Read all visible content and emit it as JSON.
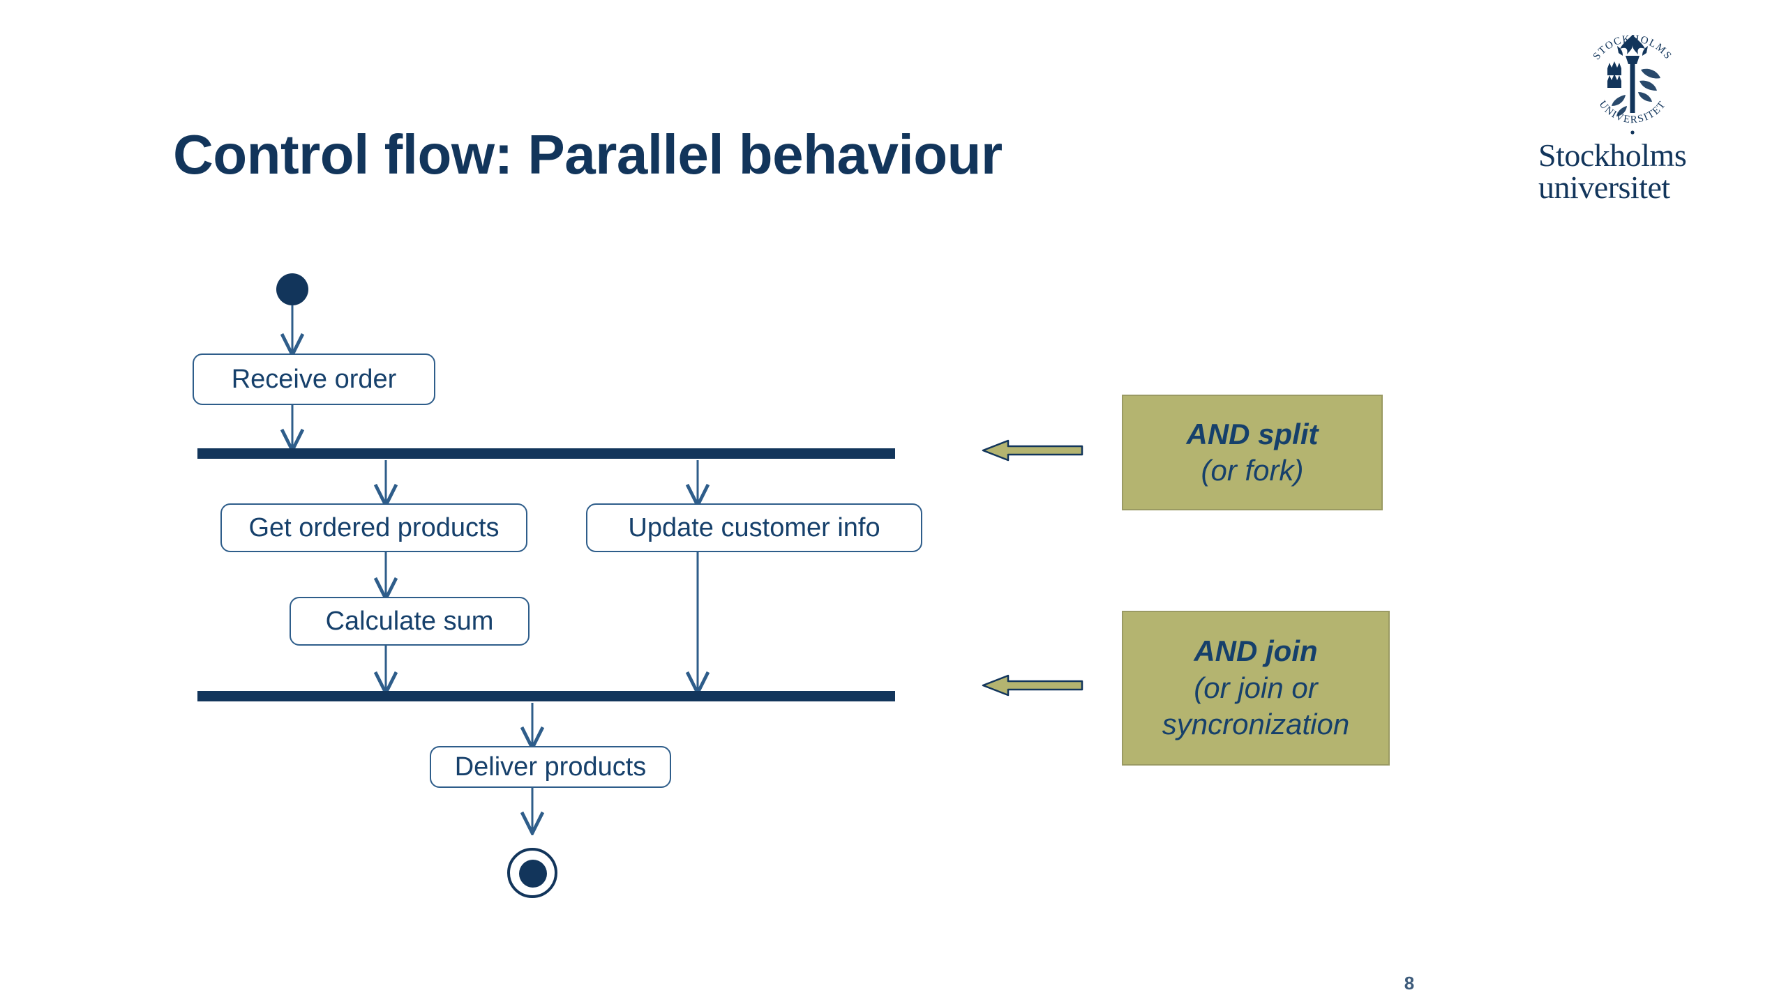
{
  "slide": {
    "title": "Control flow: Parallel behaviour",
    "page_number": "8",
    "background_color": "#ffffff",
    "title_color": "#12355b"
  },
  "logo": {
    "seal_ring_text_top": "STOCKHOLMS",
    "seal_ring_text_bottom": "UNIVERSITET",
    "wordmark_line1": "Stockholms",
    "wordmark_line2": "universitet",
    "color": "#12355b"
  },
  "diagram": {
    "type": "uml-activity-diagram",
    "accent_color": "#12355b",
    "node_border_color": "#2e5d8a",
    "nodes": [
      {
        "id": "initial",
        "kind": "initial-node",
        "label": ""
      },
      {
        "id": "receive",
        "kind": "action",
        "label": "Receive order"
      },
      {
        "id": "fork",
        "kind": "fork-bar",
        "label": ""
      },
      {
        "id": "getprod",
        "kind": "action",
        "label": "Get ordered products"
      },
      {
        "id": "update",
        "kind": "action",
        "label": "Update customer info"
      },
      {
        "id": "calcsum",
        "kind": "action",
        "label": "Calculate sum"
      },
      {
        "id": "join",
        "kind": "join-bar",
        "label": ""
      },
      {
        "id": "deliver",
        "kind": "action",
        "label": "Deliver products"
      },
      {
        "id": "final",
        "kind": "final-node",
        "label": ""
      }
    ],
    "edges": [
      {
        "from": "initial",
        "to": "receive"
      },
      {
        "from": "receive",
        "to": "fork"
      },
      {
        "from": "fork",
        "to": "getprod"
      },
      {
        "from": "fork",
        "to": "update"
      },
      {
        "from": "getprod",
        "to": "calcsum"
      },
      {
        "from": "calcsum",
        "to": "join"
      },
      {
        "from": "update",
        "to": "join"
      },
      {
        "from": "join",
        "to": "deliver"
      },
      {
        "from": "deliver",
        "to": "final"
      }
    ]
  },
  "callouts": [
    {
      "id": "and-split",
      "heading": "AND split",
      "subtitle": "(or fork)",
      "fill_color": "#b4b470",
      "text_color": "#16406b",
      "points_to": "fork"
    },
    {
      "id": "and-join",
      "heading": "AND join",
      "subtitle_line1": "(or join or",
      "subtitle_line2": "syncronization",
      "fill_color": "#b4b470",
      "text_color": "#16406b",
      "points_to": "join"
    }
  ]
}
